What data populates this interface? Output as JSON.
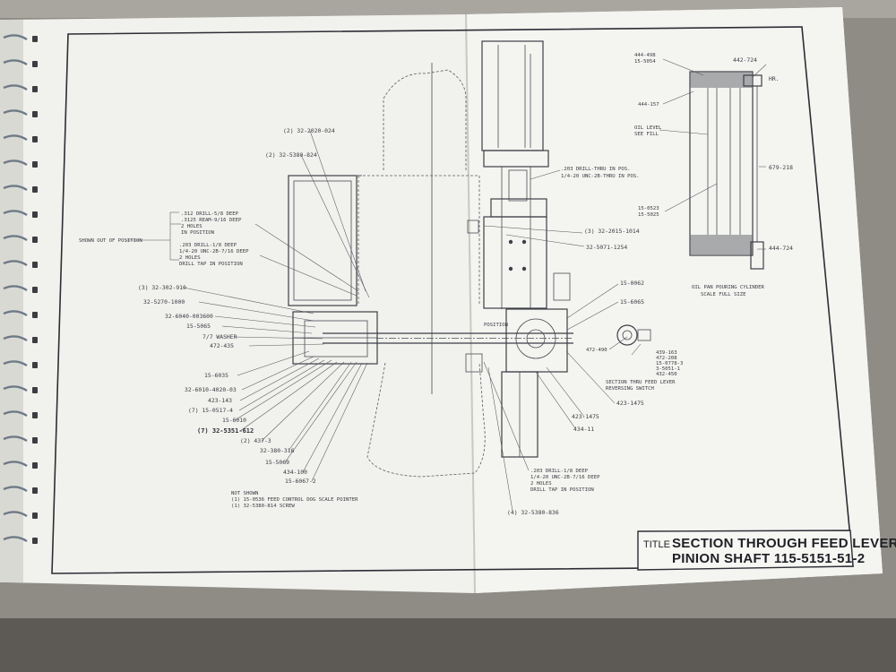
{
  "title_block": {
    "prefix": "TITLE",
    "line1": "SECTION THROUGH FEED LEVER",
    "line2": "PINION SHAFT 115-5151-51-2"
  },
  "callouts": {
    "c01": "(2) 32-2020-024",
    "c02": "(2) 32-5380-824",
    "c03": "SHOWN OUT OF POSITION",
    "c04a": ".312 DRILL-5/8 DEEP",
    "c04b": ".3125 REAM-9/16 DEEP",
    "c04c": "2 HOLES",
    "c04d": "IN POSITION",
    "c05a": ".203 DRILL-1/8 DEEP",
    "c05b": "1/4-20 UNC-2B-7/16 DEEP",
    "c05c": "2 HOLES",
    "c05d": "DRILL TAP IN POSITION",
    "c06": "(3) 32-302-910",
    "c07": "32-5270-1000",
    "c08": "32-6040-003600",
    "c09": "15-5065",
    "c10": "7/7 WASHER",
    "c11": "472-435",
    "c12": "15-6035",
    "c13": "32-6010-4020-03",
    "c14": "423-143",
    "c15": "(7) 15-0517-4",
    "c16": "15-6010",
    "c17": "(7) 32-5351-612",
    "c18": "(2) 437-3",
    "c19": "32-380-316",
    "c20": "15-5069",
    "c21": "434-100",
    "c22": "15-6067-2",
    "c23a": "NOT SHOWN",
    "c23b": "(1) 15-0536 FEED CONTROL DOG SCALE POINTER",
    "c23c": "(1) 32-5380-814 SCREW",
    "c24a": ".203 DRILL-THRU IN POS.",
    "c24b": "1/4-20 UNC-2B-THRU IN POS.",
    "c25": "(3) 32-2015-1014",
    "c26": "32-5071-1254",
    "c27": "15-0062",
    "c28": "15-6065",
    "c29": "POSITION",
    "c30": "472-490",
    "c31a": "439-163",
    "c31b": "472-208",
    "c31c": "15-0778-3",
    "c31d": "3-5051-1",
    "c31e": "432-450",
    "c32a": "SECTION THRU FEED LEVER",
    "c32b": "REVERSING SWITCH",
    "c33": "423-1475",
    "c34": "423-1475",
    "c35": "434-11",
    "c36a": ".203 DRILL-1/8 DEEP",
    "c36b": "1/4-20 UNC-2B-7/16 DEEP",
    "c36c": "2 HOLES",
    "c36d": "DRILL TAP IN POSITION",
    "c37": "(4) 32-5380-836",
    "c38": "444-498",
    "c39": "15-5054",
    "c40": "444-157",
    "c41a": "OIL LEVEL",
    "c41b": "SEE FILL",
    "c42": "442-724",
    "c43": "679-218",
    "c44a": "15-0523",
    "c44b": "15-5025",
    "c45": "444-724",
    "c46a": "OIL PAN POURING CYLINDER",
    "c46b": "SCALE FULL SIZE",
    "c47": "HR."
  }
}
